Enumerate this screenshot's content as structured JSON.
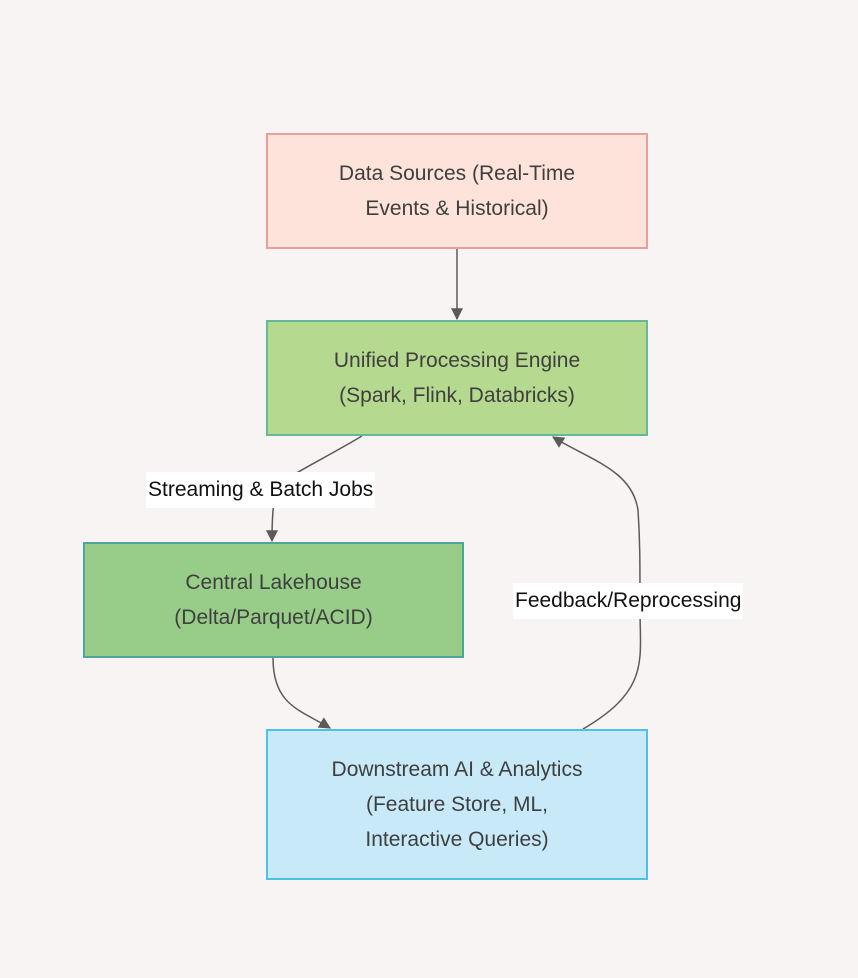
{
  "nodes": {
    "sources": {
      "line1": "Data Sources (Real-Time",
      "line2": "Events & Historical)"
    },
    "engine": {
      "line1": "Unified Processing Engine",
      "line2": "(Spark, Flink, Databricks)"
    },
    "lakehouse": {
      "line1": "Central Lakehouse",
      "line2": "(Delta/Parquet/ACID)"
    },
    "downstream": {
      "line1": "Downstream AI & Analytics",
      "line2": "(Feature Store, ML,",
      "line3": "Interactive Queries)"
    }
  },
  "edges": {
    "streaming_label": "Streaming & Batch Jobs",
    "feedback_label": "Feedback/Reprocessing"
  },
  "colors": {
    "background": "#f8f4f3",
    "sources_fill": "#fde3da",
    "engine_fill": "#b5d98f",
    "lakehouse_fill": "#97cd88",
    "downstream_fill": "#c7e9f8",
    "edge": "#5a5a5a"
  }
}
